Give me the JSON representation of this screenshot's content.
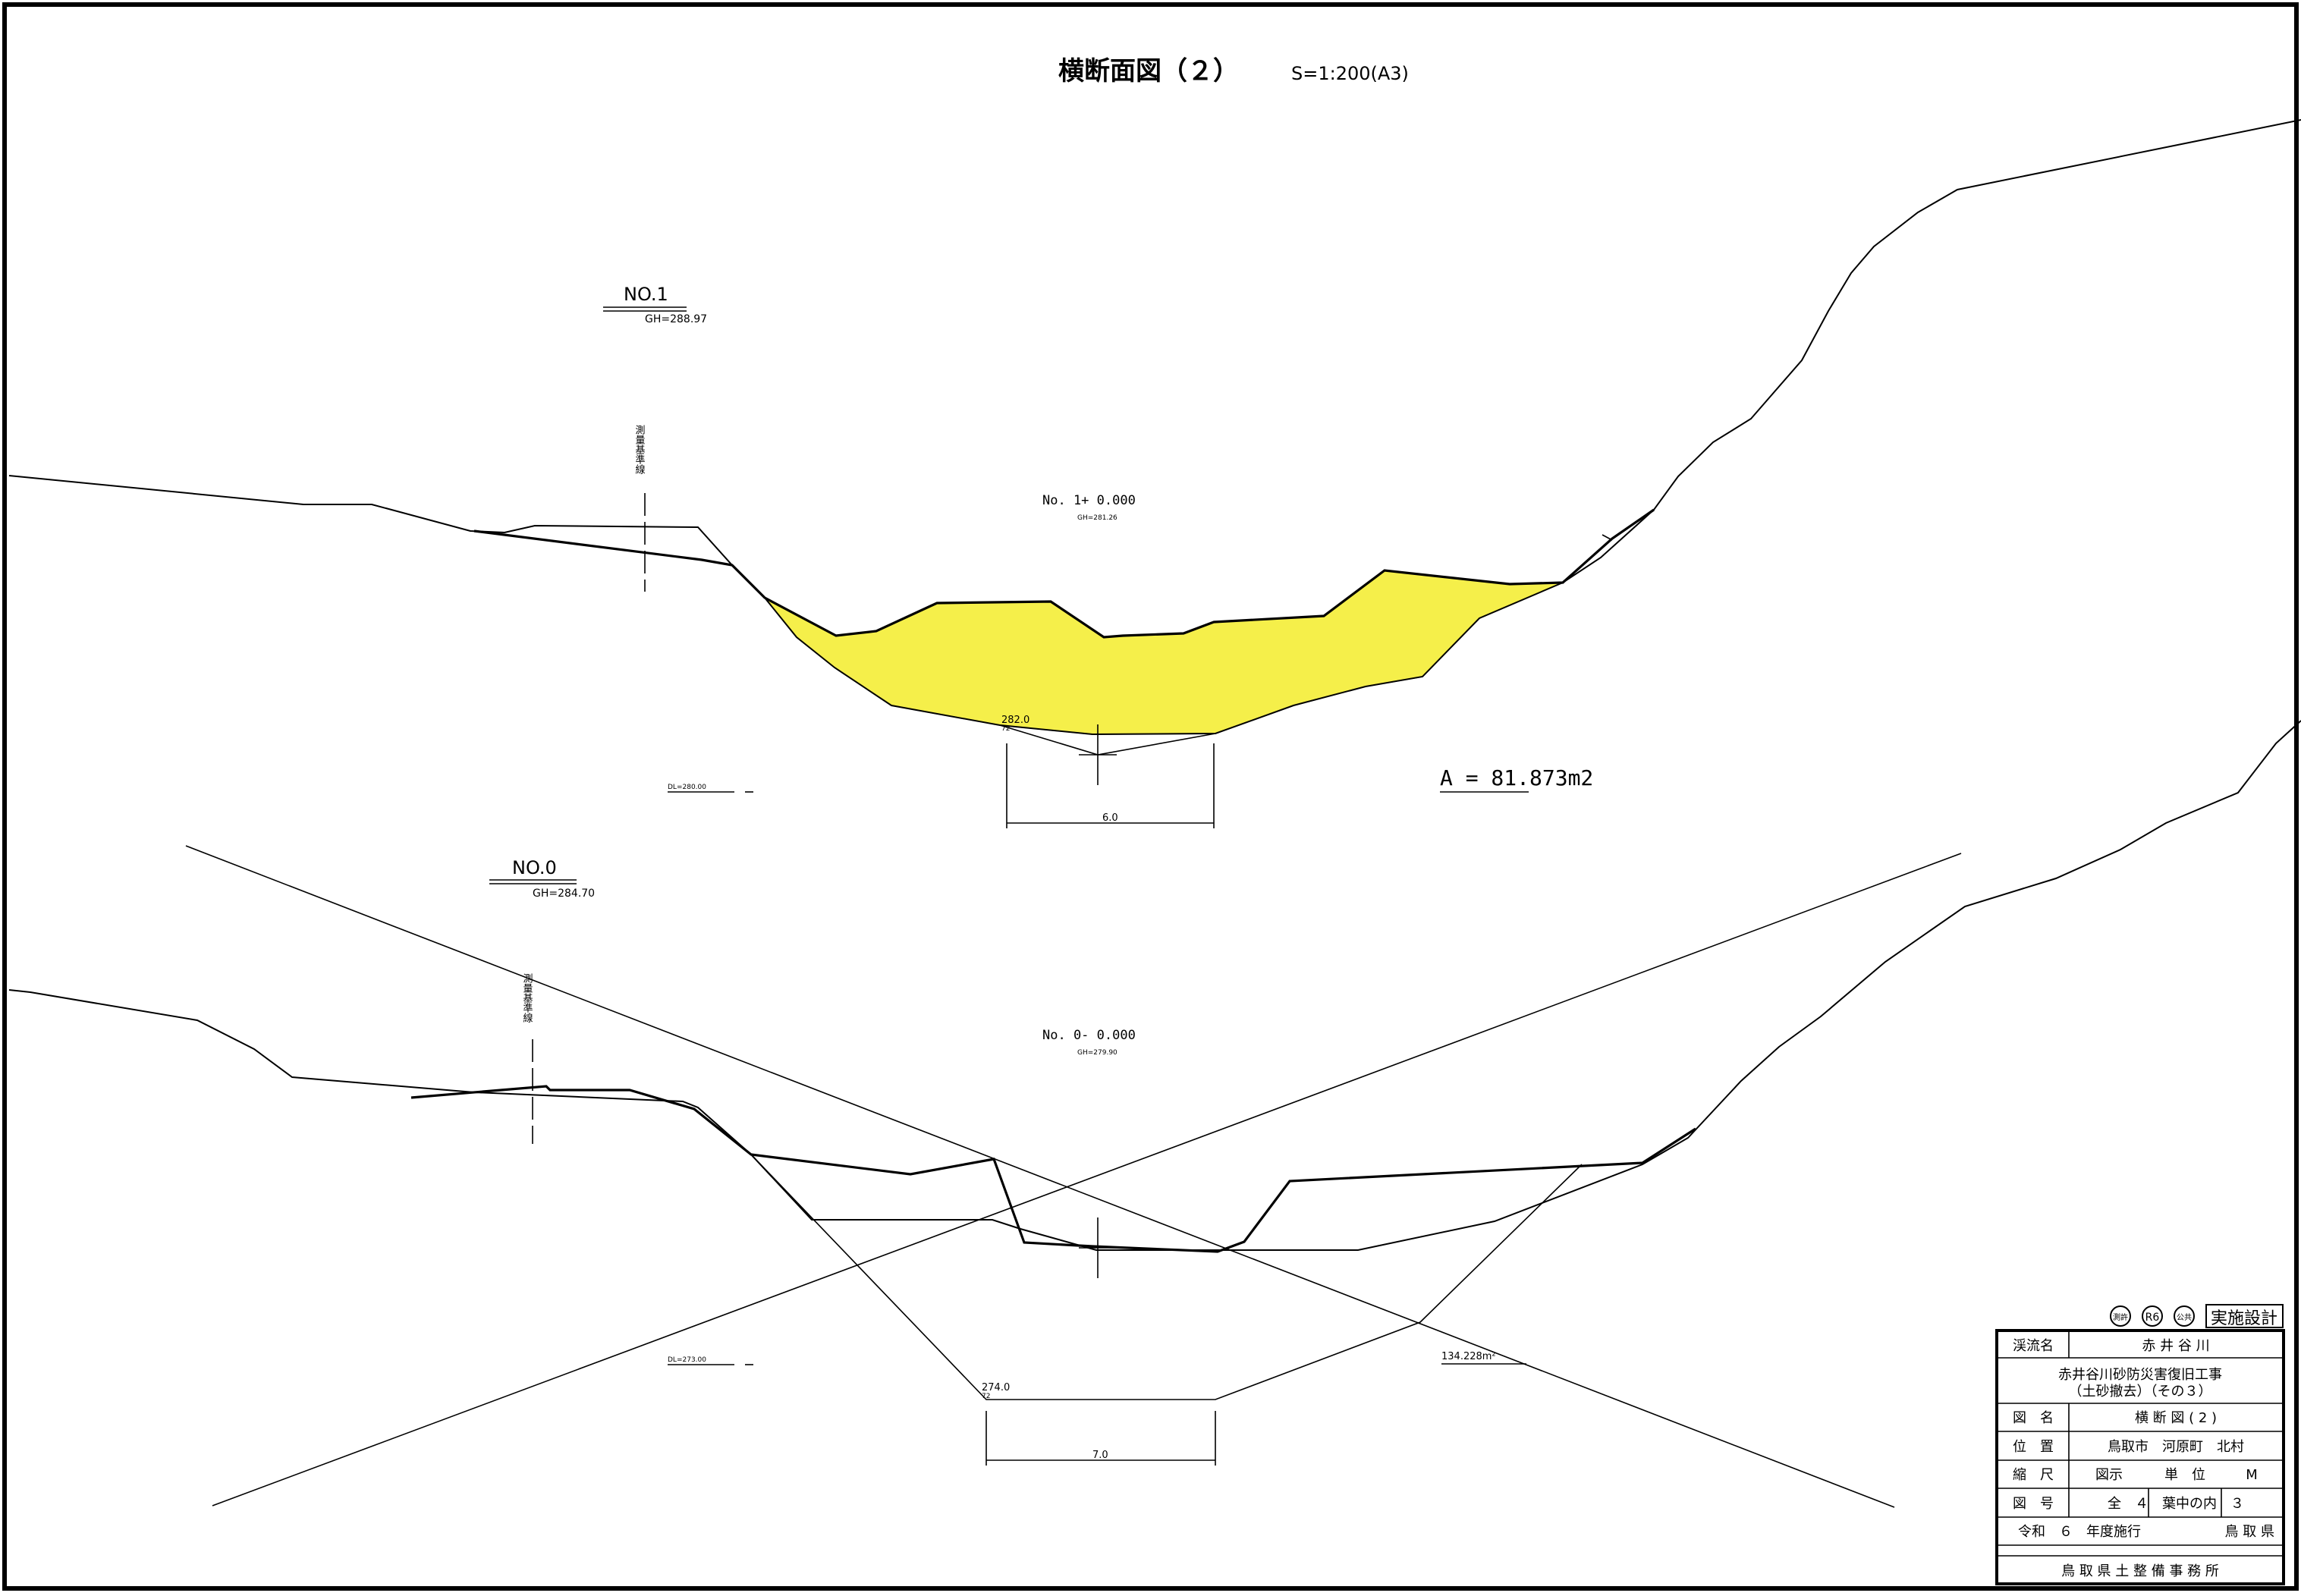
{
  "drawing": {
    "title": "横断面図（２）",
    "scale": "S=1:200(A3)"
  },
  "section_no1": {
    "label": "NO.1",
    "gh": "GH=288.97",
    "survey_line": "測量基準線",
    "station": "No. 1+  0.000",
    "station_sub": "GH=281.26",
    "dl": "DL=280.00",
    "bottom_elev": "282.0",
    "bottom_mark": "72",
    "width": "6.0",
    "area": "A = 81.873m2",
    "fill_color": "#f5ef4a"
  },
  "section_no0": {
    "label": "NO.0",
    "gh": "GH=284.70",
    "survey_line": "測量基準線",
    "station": "No. 0-  0.000",
    "station_sub": "GH=279.90",
    "dl": "DL=273.00",
    "bottom_elev": "274.0",
    "bottom_mark": "72",
    "width": "7.0",
    "area": "134.228m²"
  },
  "title_block": {
    "stamps": [
      "測許",
      "R6",
      "公共"
    ],
    "stamp_box": "実施設計",
    "rows": {
      "stream_label": "渓流名",
      "stream_value": "赤 井 谷 川",
      "project_line1": "赤井谷川砂防災害復旧工事",
      "project_line2": "（土砂撤去）（その３）",
      "drawing_name_label": "図　名",
      "drawing_name_value": "横 断 図 ( 2 )",
      "location_label": "位　置",
      "location_value": "鳥取市　河原町　北村",
      "scale_label": "縮　尺",
      "scale_value": "図示",
      "unit_label": "単　位",
      "unit_value": "M",
      "sheet_label": "図　号",
      "sheet_value": "全　４　葉中の内　３",
      "era": "令和　６　年度施行",
      "prefecture": "鳥 取 県",
      "office": "鳥 取 県 土 整 備 事 務 所"
    }
  }
}
